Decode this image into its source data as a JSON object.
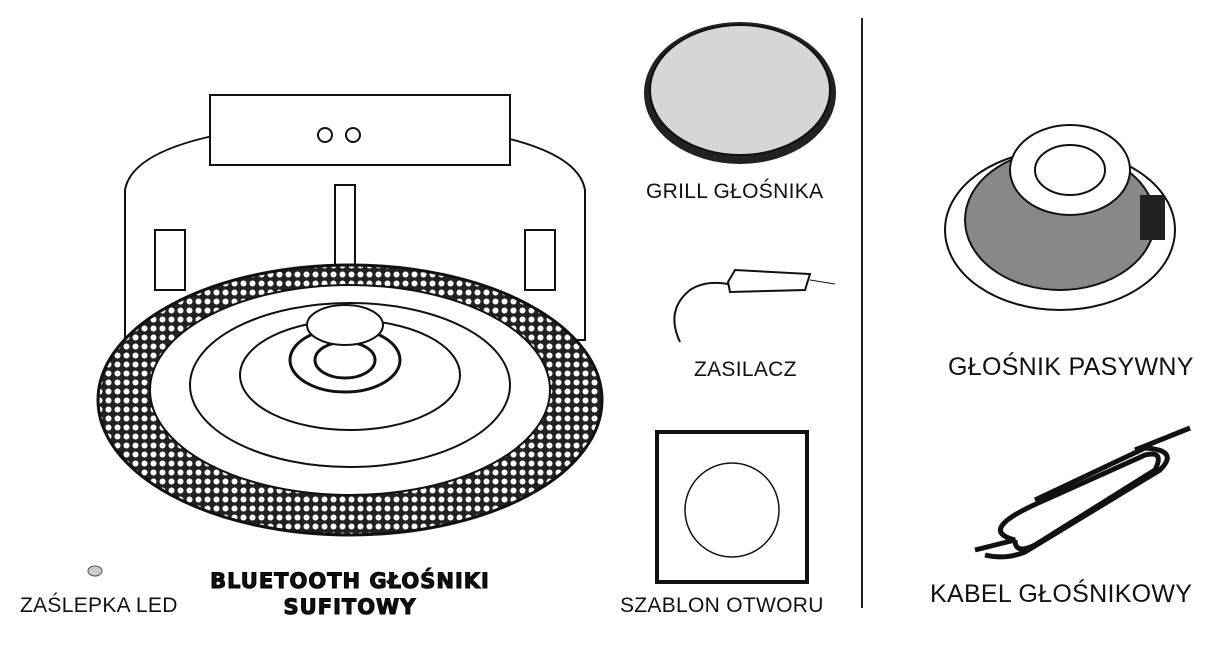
{
  "items": {
    "grill": "GRILL GŁOŚNIKA",
    "power_supply": "ZASILACZ",
    "template": "SZABLON OTWORU",
    "passive_speaker": "GŁOŚNIK PASYWNY",
    "cable": "KABEL GŁOŚNIKOWY",
    "led_cap": "ZAŚLEPKA LED"
  },
  "main_product": {
    "line1": "BLUETOOTH GŁOŚNIKI",
    "line2": "SUFITOWY"
  }
}
